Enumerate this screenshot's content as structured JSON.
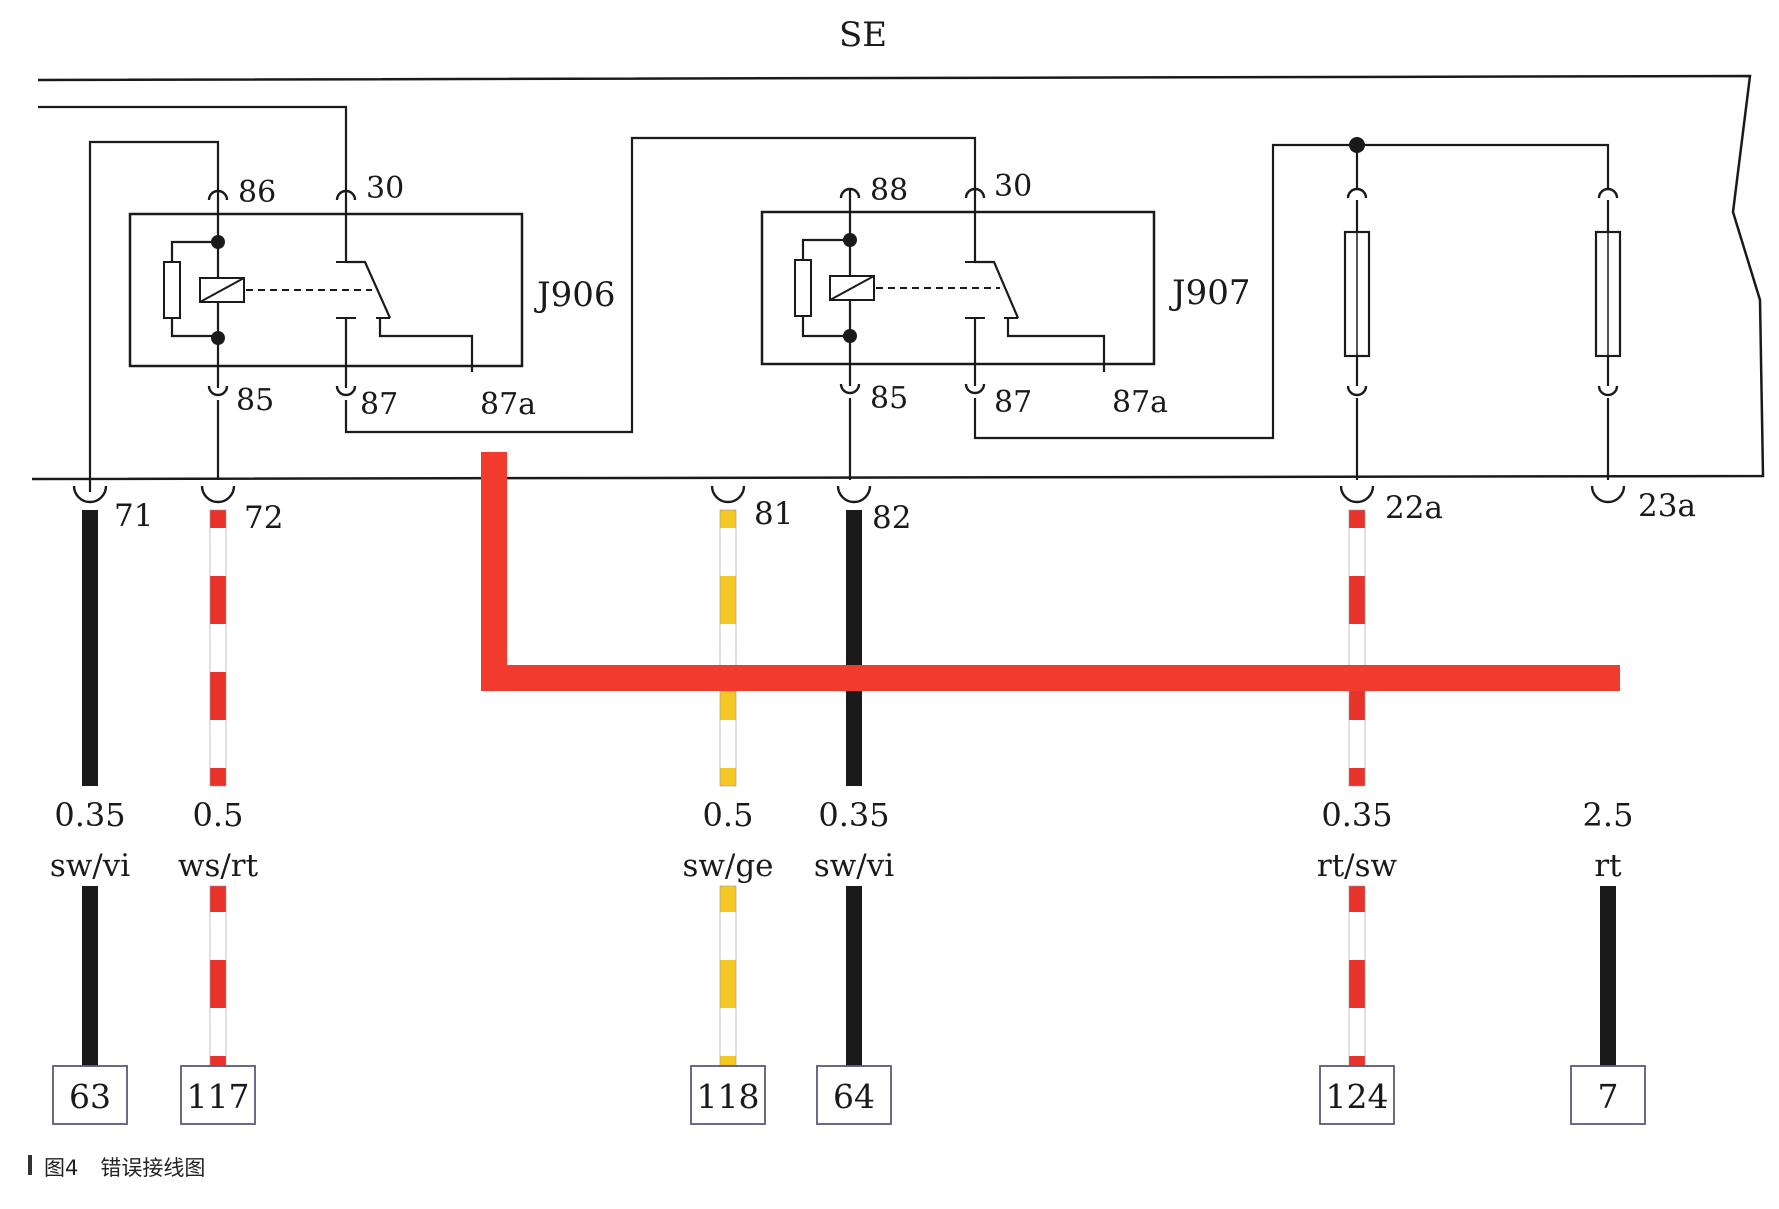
{
  "title": "SE",
  "caption": {
    "figure_no": "图4",
    "text": "错误接线图"
  },
  "relays": [
    {
      "id": "J906",
      "terminals": [
        "86",
        "30",
        "85",
        "87",
        "87a"
      ]
    },
    {
      "id": "J907",
      "terminals": [
        "88",
        "30",
        "85",
        "87",
        "87a"
      ]
    }
  ],
  "pins": [
    {
      "id": "71",
      "gauge": "0.35",
      "color": "sw/vi",
      "connector": "63",
      "wire": "black"
    },
    {
      "id": "72",
      "gauge": "0.5",
      "color": "ws/rt",
      "connector": "117",
      "wire": "red-white"
    },
    {
      "id": "81",
      "gauge": "0.5",
      "color": "sw/ge",
      "connector": "118",
      "wire": "yellow-white"
    },
    {
      "id": "82",
      "gauge": "0.35",
      "color": "sw/vi",
      "connector": "64",
      "wire": "black"
    },
    {
      "id": "22a",
      "gauge": "0.35",
      "color": "rt/sw",
      "connector": "124",
      "wire": "red-white"
    },
    {
      "id": "23a",
      "gauge": "2.5",
      "color": "rt",
      "connector": "7",
      "wire": "black"
    }
  ],
  "colors": {
    "highlight": "#f23b2f",
    "wire_black": "#1a1a1a",
    "wire_red": "#e8332b",
    "wire_yellow": "#f3c623",
    "line": "#1a1a1a"
  }
}
